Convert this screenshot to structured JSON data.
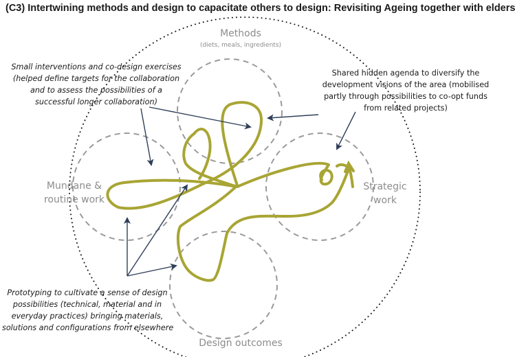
{
  "title": "(C3) Intertwining methods and design to capacitate others to design: Revisiting Ageing together with elders",
  "circles": {
    "methods": {
      "label": "Methods",
      "sublabel": "(diets, meals, ingredients)"
    },
    "mundane": {
      "label_line1": "Mundane &",
      "label_line2": "routine work"
    },
    "strategic": {
      "label_line1": "Strategic",
      "label_line2": "work"
    },
    "outcomes": {
      "label": "Design outcomes"
    }
  },
  "annotations": {
    "small_interventions": {
      "lines": [
        "Small interventions and co-design exercises",
        "(helped define targets for the collaboration",
        "and to assess the possibilities of a",
        "successful longer collaboration)"
      ]
    },
    "shared_agenda": {
      "lines": [
        "Shared hidden agenda to diversify the",
        "development visions of the area (mobilised",
        "partly through possibilities to co-opt funds",
        "from related projects)"
      ]
    },
    "prototyping": {
      "lines": [
        "Prototyping to cultivate a sense of design",
        "possibilities (technical, material and in",
        "everyday practices) bringing materials,",
        "solutions and configurations from elsewhere"
      ]
    }
  },
  "colors": {
    "path": "#a8a534",
    "dashed_circle": "#9a9a9a",
    "outer_dotted": "#1a1a1a",
    "arrow": "#2f3f58",
    "label_gray": "#8c8c8c"
  }
}
